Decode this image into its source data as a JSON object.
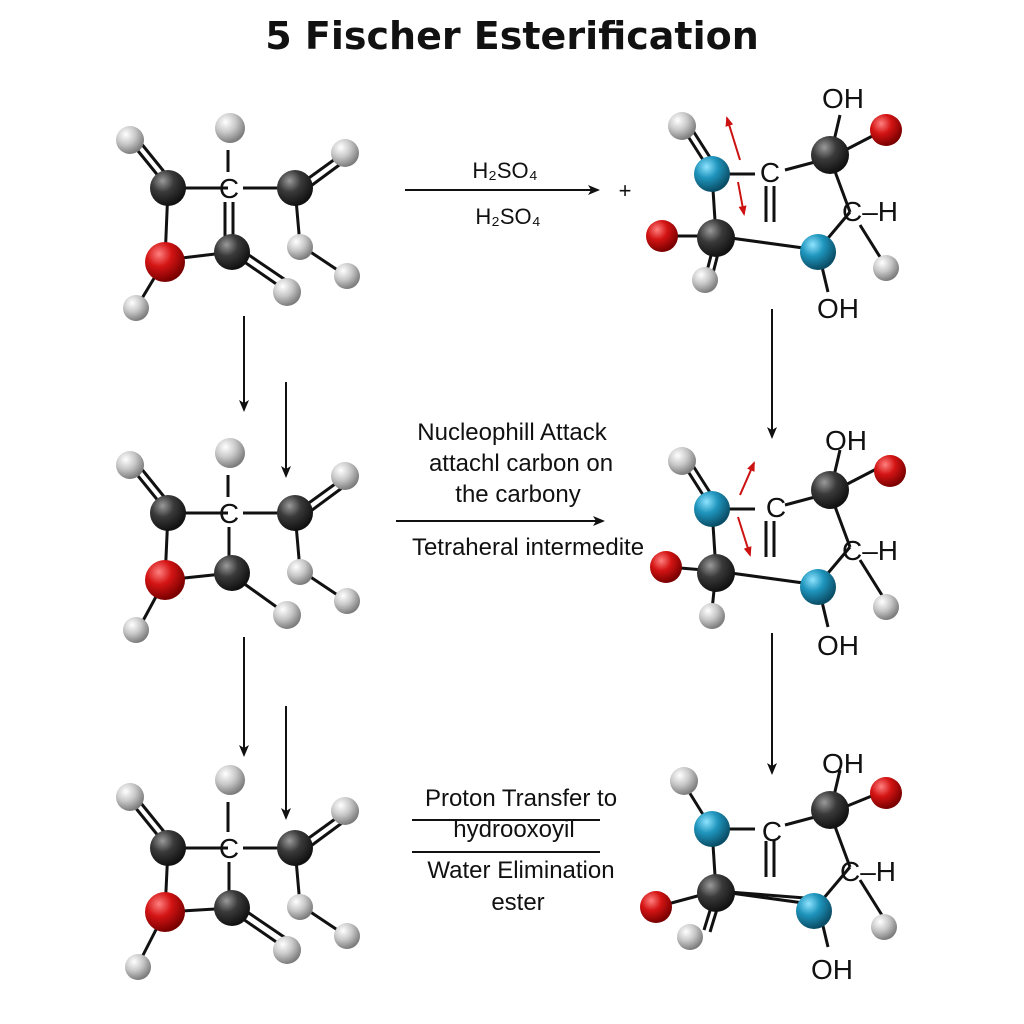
{
  "title": "5 Fischer Esterification",
  "colors": {
    "carbon": "#333333",
    "oxygen": "#cc1111",
    "hydrogen": "#bdbdbd",
    "nitrogen": "#1f8fb5",
    "bond": "#111111",
    "curved_arrow": "#cc1111"
  },
  "top_reaction": {
    "reagent_1": "H₂SO₄",
    "reagent_2": "H₂SO₄",
    "plus": "+"
  },
  "middle_step": {
    "line_1": "Nucleophill Attack",
    "line_2": "attachl carbon on",
    "line_3": "the carbony",
    "line_4": "Tetraheral intermedite"
  },
  "bottom_step": {
    "line_1": "Proton Transfer to",
    "line_2": "hydrooxoyil",
    "line_3": "Water Elimination",
    "line_4": "ester"
  },
  "left_molecule": {
    "center_label": "C"
  },
  "right_molecule": {
    "top_label": "OH",
    "ring_label": "C",
    "ch_label": "C–H",
    "bottom_label": "OH"
  }
}
